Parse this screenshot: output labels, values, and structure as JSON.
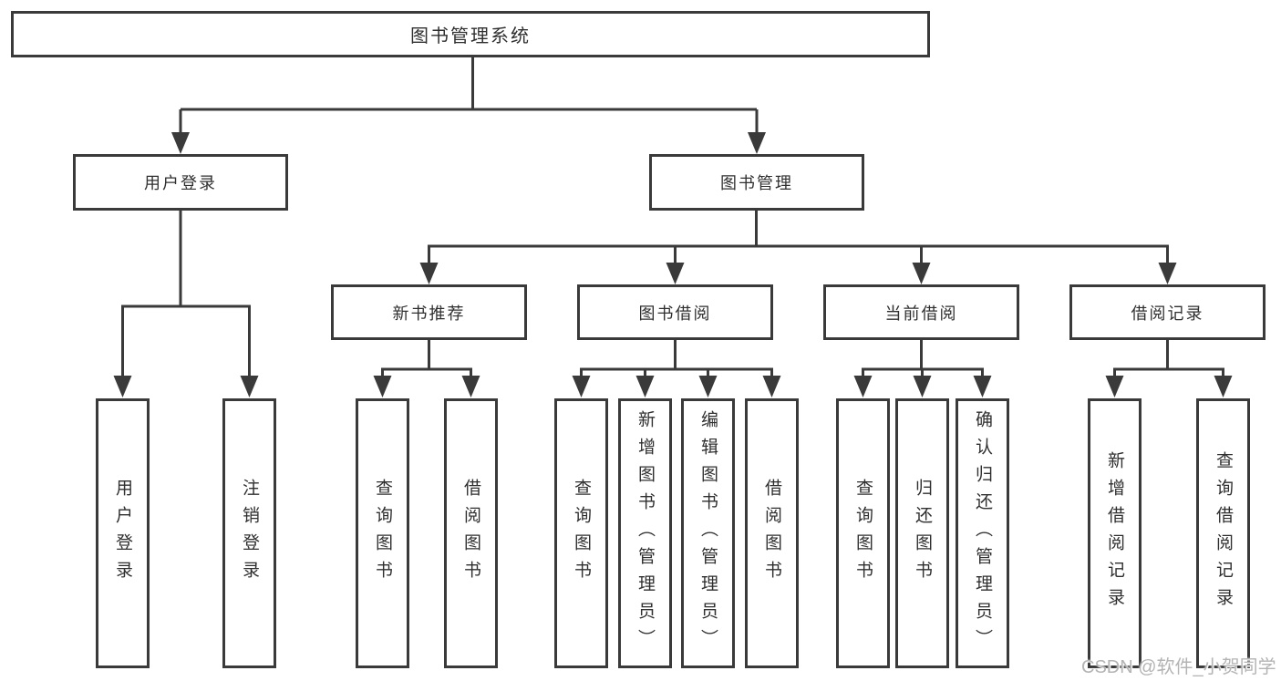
{
  "nodes": {
    "root": "图书管理系统",
    "user_login": "用户登录",
    "book_management": "图书管理",
    "new_book_recommend": "新书推荐",
    "book_borrow": "图书借阅",
    "current_borrow": "当前借阅",
    "borrow_record": "借阅记录",
    "ul_user_login": "用户登录",
    "ul_logout": "注销登录",
    "nb_query_book": "查询图书",
    "nb_borrow_book": "借阅图书",
    "bb_query_book": "查询图书",
    "bb_add_book": "新增图书（管理员）",
    "bb_edit_book": "编辑图书（管理员）",
    "bb_borrow_book": "借阅图书",
    "cb_query_book": "查询图书",
    "cb_return_book": "归还图书",
    "cb_confirm_return": "确认归还（管理员）",
    "br_add_record": "新增借阅记录",
    "br_query_record": "查询借阅记录"
  },
  "watermark": "CSDN @软件_小贺同学",
  "colors": {
    "line": "#3a3a3a",
    "text": "#2f2f2f",
    "watermark": "#b4b4b4",
    "background": "#ffffff"
  }
}
